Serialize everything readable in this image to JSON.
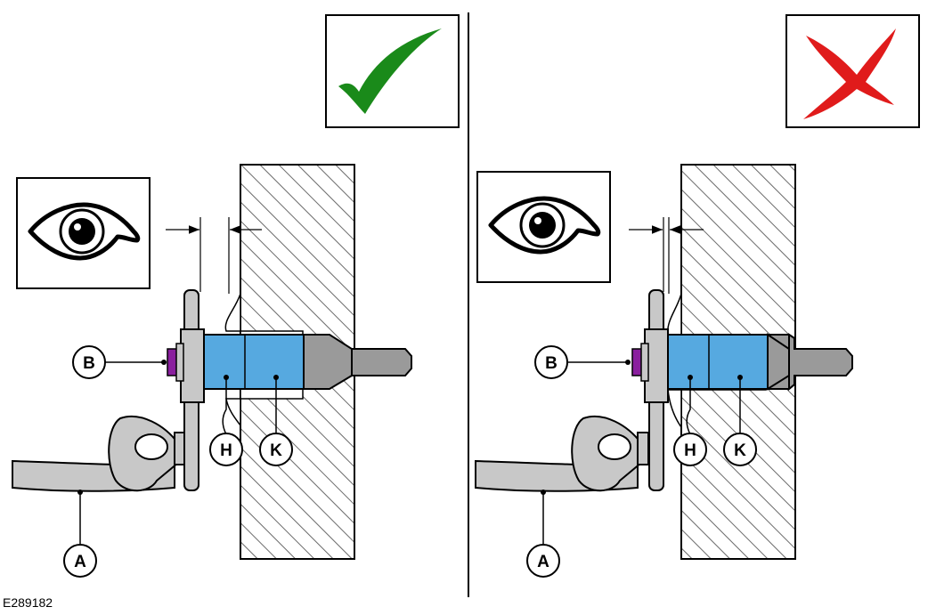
{
  "figure_id": "E289182",
  "panels": {
    "correct": {
      "status": "correct",
      "status_icon": "check-mark-icon",
      "status_color": "#1a8a1a",
      "callouts": {
        "a": "A",
        "b": "B",
        "h": "H",
        "k": "K"
      }
    },
    "incorrect": {
      "status": "incorrect",
      "status_icon": "x-mark-icon",
      "status_color": "#e01b1b",
      "callouts": {
        "a": "A",
        "b": "B",
        "h": "H",
        "k": "K"
      }
    }
  },
  "colors": {
    "fastener_blue": "#56a9e0",
    "nut_purple": "#8a1f9e",
    "shaft_gray": "#9a9a9a",
    "part_gray": "#c8c8c8",
    "hatch": "#6a6a6a"
  }
}
